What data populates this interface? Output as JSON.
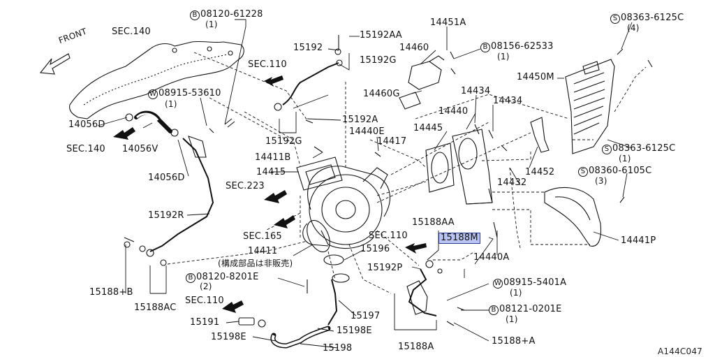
{
  "diagram": {
    "figure_code": "A144C047",
    "front_label": "FRONT",
    "part_numbers": {
      "p14056D_top": "14056D",
      "p14056V": "14056V",
      "p14056D_bottom": "14056D",
      "p15192R": "15192R",
      "p15188B": "15188+B",
      "p15188AC": "15188AC",
      "p15192": "15192",
      "p15192AA": "15192AA",
      "p15192G_top": "15192G",
      "p15192A": "15192A",
      "p15192G_bottom": "15192G",
      "p14411B": "14411B",
      "p14415": "14415",
      "p14411": "14411",
      "p14451A": "14451A",
      "p14460": "14460",
      "p14460G": "14460G",
      "p14440E": "14440E",
      "p14417": "14417",
      "p14434_a": "14434",
      "p14434_b": "14434",
      "p14440": "14440",
      "p14445": "14445",
      "p14450M": "14450M",
      "p14452": "14452",
      "p14432": "14432",
      "p14441P": "14441P",
      "p14440A": "14440A",
      "p15188AA": "15188AA",
      "p15188M": "15188M",
      "p15192P": "15192P",
      "p15196": "15196",
      "p15197": "15197",
      "p15198E_right": "15198E",
      "p15198E_left": "15198E",
      "p15198": "15198",
      "p15191": "15191",
      "p15188A": "15188A",
      "p15188plusA": "15188+A"
    },
    "callouts": {
      "b08120_61228": {
        "symbol": "B",
        "code": "08120-61228",
        "qty": "(1)"
      },
      "w08915_53610": {
        "symbol": "W",
        "code": "08915-53610",
        "qty": "(1)"
      },
      "b08156_62533": {
        "symbol": "B",
        "code": "08156-62533",
        "qty": "(1)"
      },
      "s08363_6125c_top": {
        "symbol": "S",
        "code": "08363-6125C",
        "qty": "(4)"
      },
      "s08363_6125c_mid": {
        "symbol": "S",
        "code": "08363-6125C",
        "qty": "(1)"
      },
      "s08360_6105c": {
        "symbol": "S",
        "code": "08360-6105C",
        "qty": "(3)"
      },
      "b08120_8201e": {
        "symbol": "B",
        "code": "08120-8201E",
        "qty": "(2)"
      },
      "w08915_5401a": {
        "symbol": "W",
        "code": "08915-5401A",
        "qty": "(1)"
      },
      "b08121_0201e": {
        "symbol": "B",
        "code": "08121-0201E",
        "qty": "(1)"
      }
    },
    "sections": {
      "sec140_top": "SEC.140",
      "sec140_left": "SEC.140",
      "sec110_top": "SEC.110",
      "sec223": "SEC.223",
      "sec165": "SEC.165",
      "sec110_mid": "SEC.110",
      "sec110_bottom": "SEC.110"
    },
    "note_jp": "(構成部品は非販売)"
  }
}
